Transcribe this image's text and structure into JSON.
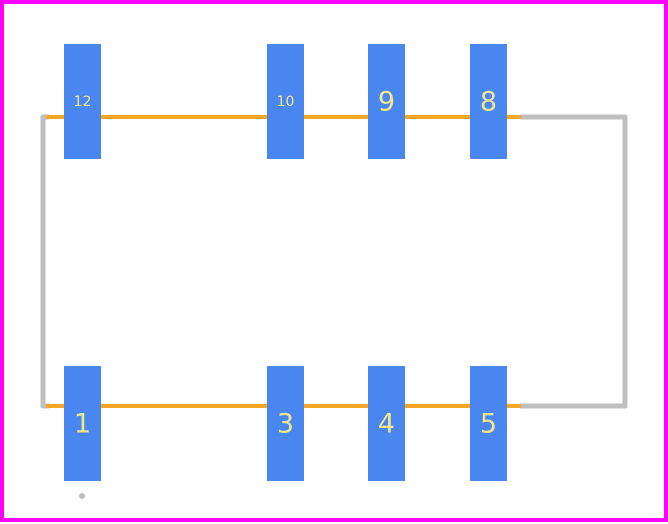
{
  "colors": {
    "background": "#ffffff",
    "board_outline": "#ff00ff",
    "pad": "#4a86f0",
    "pad_label": "#f0e68c",
    "trace": "#f5a623",
    "silkscreen": "#bfbfbf"
  },
  "top_pads": [
    {
      "label": "12"
    },
    {
      "label": "10"
    },
    {
      "label": "9"
    },
    {
      "label": "8"
    }
  ],
  "bottom_pads": [
    {
      "label": "1"
    },
    {
      "label": "3"
    },
    {
      "label": "4"
    },
    {
      "label": "5"
    }
  ]
}
